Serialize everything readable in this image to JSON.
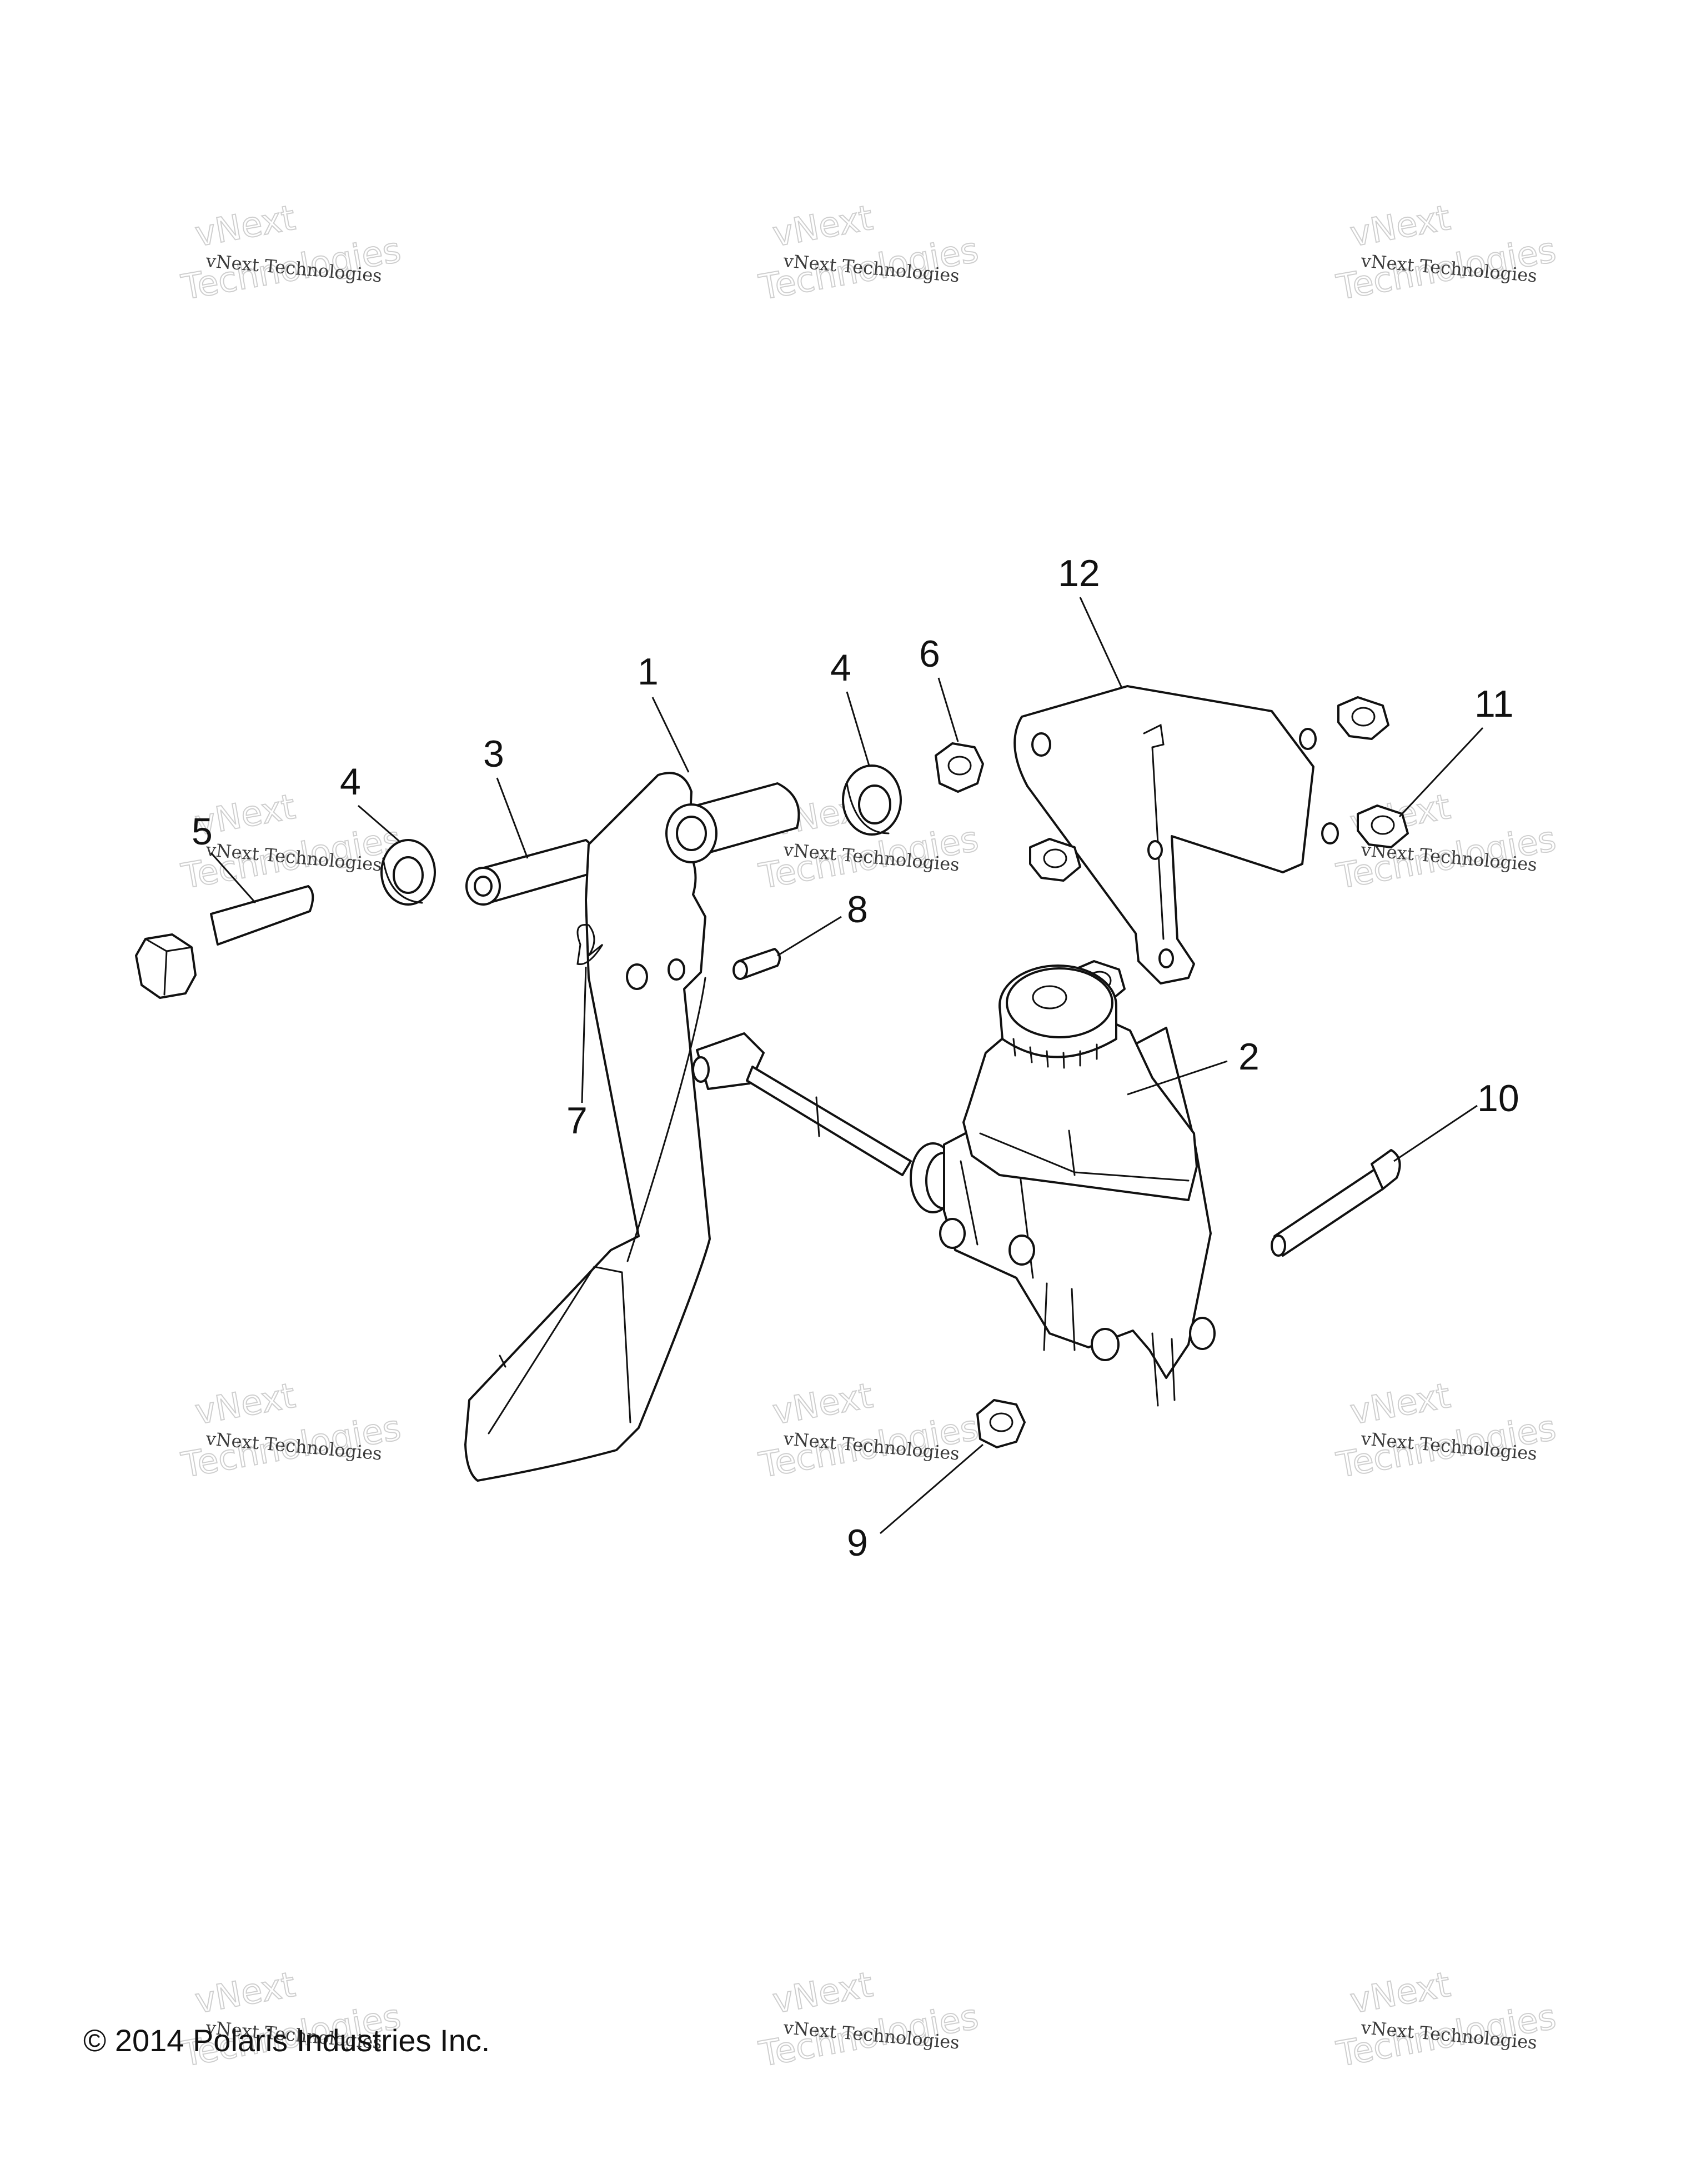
{
  "watermark": {
    "line_small": "vNext Technologies",
    "line_big_1": "vNext",
    "line_big_2": "Technologies"
  },
  "callouts": [
    {
      "id": "1",
      "label": "1"
    },
    {
      "id": "2",
      "label": "2"
    },
    {
      "id": "3",
      "label": "3"
    },
    {
      "id": "4a",
      "label": "4"
    },
    {
      "id": "4b",
      "label": "4"
    },
    {
      "id": "5",
      "label": "5"
    },
    {
      "id": "6",
      "label": "6"
    },
    {
      "id": "7",
      "label": "7"
    },
    {
      "id": "8",
      "label": "8"
    },
    {
      "id": "9",
      "label": "9"
    },
    {
      "id": "10",
      "label": "10"
    },
    {
      "id": "11",
      "label": "11"
    },
    {
      "id": "12",
      "label": "12"
    }
  ],
  "footer": {
    "copyright": "© 2014 Polaris Industries Inc."
  }
}
